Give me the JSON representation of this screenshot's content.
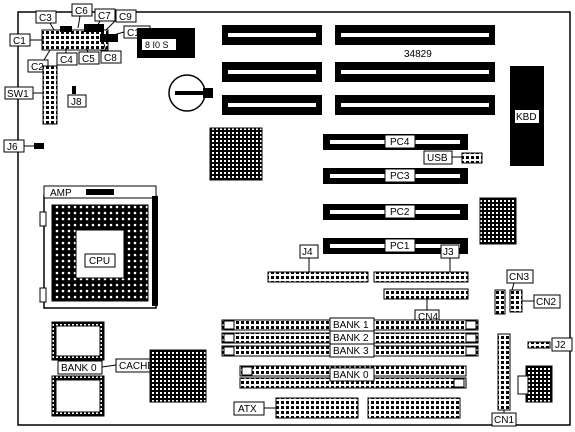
{
  "labels": {
    "c1": "C1",
    "c2": "C2",
    "c3": "C3",
    "c4": "C4",
    "c5": "C5",
    "c6": "C6",
    "c7": "C7",
    "c8": "C8",
    "c9": "C9",
    "c10": "C10",
    "sw1": "SW1",
    "j6": "J6",
    "j8": "J8",
    "bios": "8 I0 S",
    "board_id": "34829",
    "kbd": "KBD",
    "amp": "AMP",
    "cpu": "CPU",
    "usb": "USB",
    "pc1": "PC1",
    "pc2": "PC2",
    "pc3": "PC3",
    "pc4": "PC4",
    "j3": "J3",
    "j4": "J4",
    "cn1": "CN1",
    "cn2": "CN2",
    "cn3": "CN3",
    "cn4": "CN4",
    "j2": "J2",
    "bank0_mem": "BANK 0",
    "bank1": "BANK 1",
    "bank2": "BANK 2",
    "bank3": "BANK 3",
    "bank0_cache": "BANK 0",
    "cache": "CACHE",
    "atx": "ATX"
  }
}
